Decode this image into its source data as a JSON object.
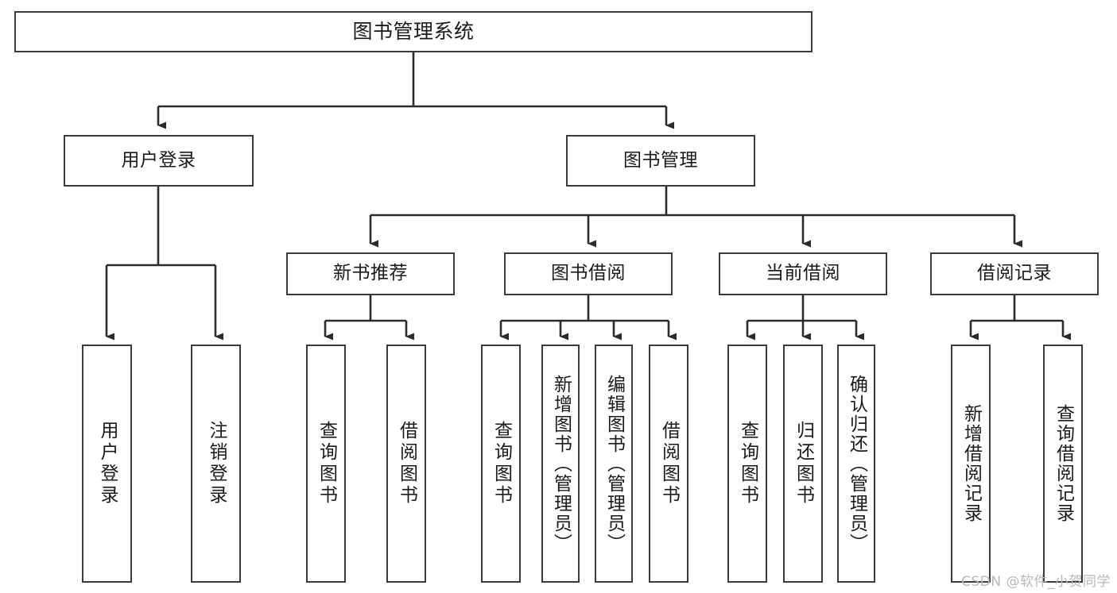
{
  "diagram": {
    "title": "图书管理系统",
    "type": "tree",
    "watermark": "CSDN @软件_小贺同学",
    "colors": {
      "box_border": "#3a3a3a",
      "box_fill": "#ffffff",
      "connector": "#2b2b2b",
      "text": "#1a1a1a",
      "watermark": "#b8b8b8"
    },
    "nodes": {
      "root": {
        "label": "图书管理系统"
      },
      "level1": [
        {
          "id": "user-login",
          "label": "用户登录"
        },
        {
          "id": "book-management",
          "label": "图书管理"
        }
      ],
      "level2": [
        {
          "id": "new-book-recommend",
          "label": "新书推荐"
        },
        {
          "id": "book-borrow",
          "label": "图书借阅"
        },
        {
          "id": "current-borrow",
          "label": "当前借阅"
        },
        {
          "id": "borrow-record",
          "label": "借阅记录"
        }
      ],
      "leaves": {
        "user_login": [
          {
            "id": "login",
            "label": "用户登录"
          },
          {
            "id": "logout",
            "label": "注销登录"
          }
        ],
        "new_book_recommend": [
          {
            "id": "query-book-1",
            "label": "查询图书"
          },
          {
            "id": "borrow-book-1",
            "label": "借阅图书"
          }
        ],
        "book_borrow": [
          {
            "id": "query-book-2",
            "label": "查询图书"
          },
          {
            "id": "add-book",
            "label": "新增图书（管理员）"
          },
          {
            "id": "edit-book",
            "label": "编辑图书（管理员）"
          },
          {
            "id": "borrow-book-2",
            "label": "借阅图书"
          }
        ],
        "current_borrow": [
          {
            "id": "query-book-3",
            "label": "查询图书"
          },
          {
            "id": "return-book",
            "label": "归还图书"
          },
          {
            "id": "confirm-return",
            "label": "确认归还（管理员）"
          }
        ],
        "borrow_record": [
          {
            "id": "add-record",
            "label": "新增借阅记录"
          },
          {
            "id": "query-record",
            "label": "查询借阅记录"
          }
        ]
      }
    }
  }
}
